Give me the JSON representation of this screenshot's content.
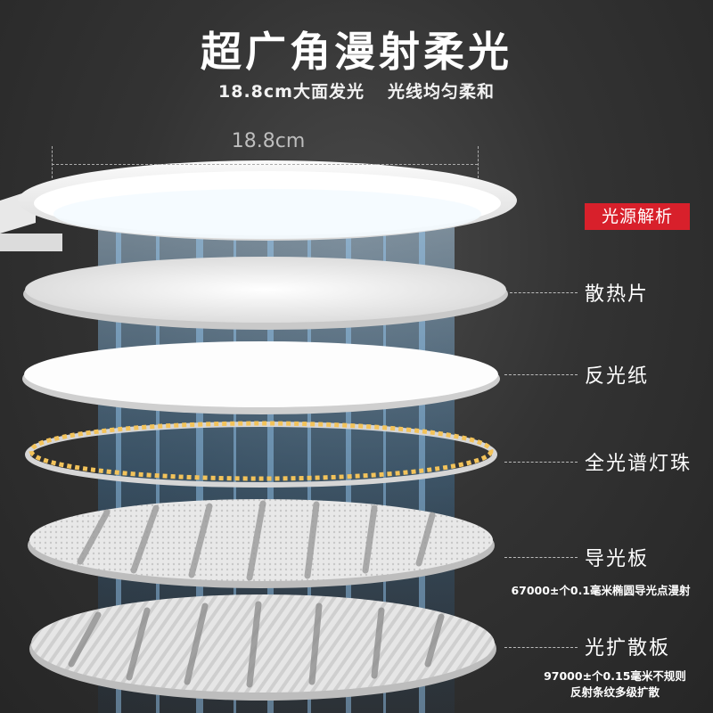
{
  "title": "超广角漫射柔光",
  "subtitle": {
    "left": "18.8cm大面发光",
    "right": "光线均匀柔和"
  },
  "dimension": "18.8cm",
  "badge": "光源解析",
  "layers": [
    {
      "label": "散热片"
    },
    {
      "label": "反光纸"
    },
    {
      "label": "全光谱灯珠"
    },
    {
      "label": "导光板",
      "note": "67000±个0.1毫米椭圆导光点漫射"
    },
    {
      "label": "光扩散板",
      "note_lines": [
        "97000±个0.15毫米不规则",
        "反射条纹多级扩散"
      ]
    }
  ],
  "colors": {
    "badge": "#d8202b",
    "light_beam": "#5aa9e6",
    "background": "#333333"
  }
}
